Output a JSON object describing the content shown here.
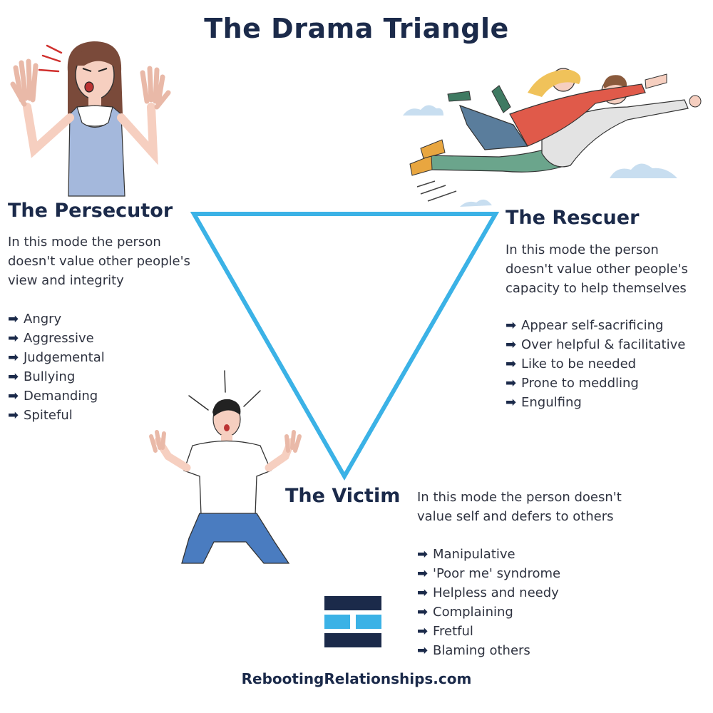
{
  "title": "The Drama Triangle",
  "persecutor": {
    "heading": "The Persecutor",
    "desc_lines": [
      "In this mode the person",
      "doesn't value other people's",
      "view and integrity"
    ],
    "traits": [
      "Angry",
      "Aggressive",
      "Judgemental",
      "Bullying",
      "Demanding",
      "Spiteful"
    ]
  },
  "rescuer": {
    "heading": "The Rescuer",
    "desc_lines": [
      "In this mode the person",
      "doesn't value other people's",
      "capacity to help themselves"
    ],
    "traits": [
      "Appear self-sacrificing",
      "Over helpful & facilitative",
      "Like to be needed",
      "Prone to meddling",
      "Engulfing"
    ]
  },
  "victim": {
    "heading": "The Victim",
    "desc_lines": [
      "In this mode the person doesn't",
      "value self and defers to others"
    ],
    "traits": [
      "Manipulative",
      "'Poor me' syndrome",
      "Helpless and needy",
      "Complaining",
      "Fretful",
      "Blaming others"
    ]
  },
  "footer": "RebootingRelationships.com",
  "colors": {
    "triangle": "#3bb2e6",
    "heading": "#1b2a4a",
    "logo_dark": "#1b2a4a",
    "logo_light": "#3bb2e6"
  },
  "icons": {
    "bullet": "right-arrow-icon",
    "persecutor": "angry-woman-illustration",
    "rescuer": "flying-rescuers-illustration",
    "victim": "kneeling-man-illustration",
    "logo": "brand-logo-icon"
  }
}
